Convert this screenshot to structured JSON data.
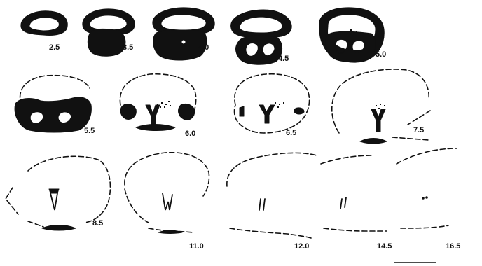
{
  "panels": [
    {
      "label": "2.5"
    },
    {
      "label": "3.5"
    },
    {
      "label": "4.0"
    },
    {
      "label": "4.5"
    },
    {
      "label": "5.0"
    },
    {
      "label": "5.5"
    },
    {
      "label": "6.0"
    },
    {
      "label": "6.5"
    },
    {
      "label": "7.5"
    },
    {
      "label": "8.5"
    },
    {
      "label": "11.0"
    },
    {
      "label": "12.0"
    },
    {
      "label": "14.5"
    },
    {
      "label": "16.5"
    }
  ],
  "colors": {
    "ink": "#111111",
    "background": "#ffffff"
  }
}
